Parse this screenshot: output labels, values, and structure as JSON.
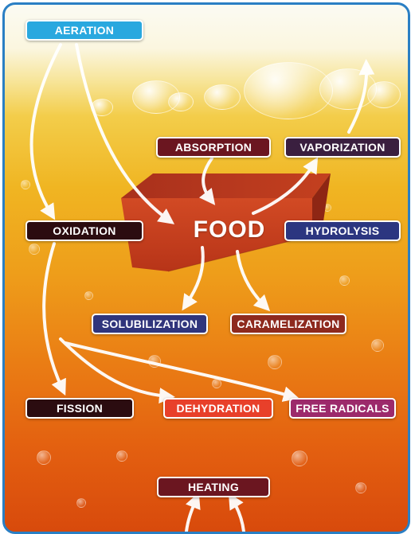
{
  "diagram": {
    "center_label": "FOOD",
    "nodes": {
      "aeration": "AERATION",
      "absorption": "ABSORPTION",
      "vaporization": "VAPORIZATION",
      "oxidation": "OXIDATION",
      "hydrolysis": "HYDROLYSIS",
      "solubilization": "SOLUBILIZATION",
      "caramelization": "CARAMELIZATION",
      "fission": "FISSION",
      "dehydration": "DEHYDRATION",
      "free_radicals": "FREE RADICALS",
      "heating": "HEATING"
    },
    "colors": {
      "aeration": "#29a8df",
      "absorption": "#6b1620",
      "vaporization": "#3a1f3f",
      "oxidation": "#2b0c10",
      "hydrolysis": "#2c3680",
      "solubilization": "#30357c",
      "caramelization": "#8e2a1e",
      "fission": "#2b0c10",
      "dehydration": "#e8402a",
      "free_radicals": "#9c2a6b",
      "heating": "#6b1620",
      "food_block": "#c8401e",
      "frame_border": "#2a7fc4"
    }
  }
}
